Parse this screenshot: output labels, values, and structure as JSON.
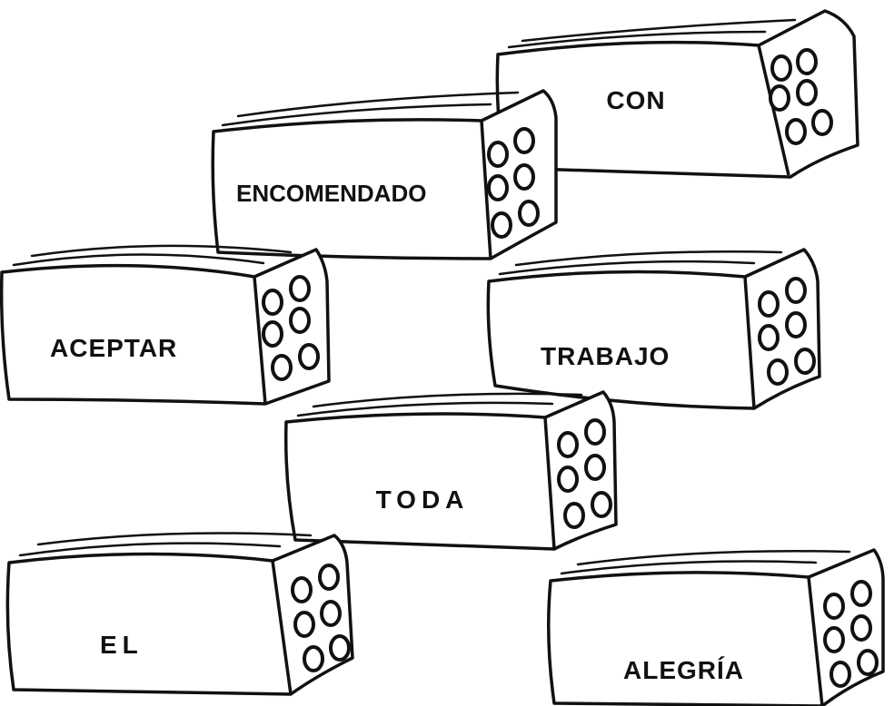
{
  "bricks": [
    {
      "id": "con",
      "word": "CON"
    },
    {
      "id": "encomendado",
      "word": "ENCOMENDADO"
    },
    {
      "id": "aceptar",
      "word": "ACEPTAR"
    },
    {
      "id": "trabajo",
      "word": "TRABAJO"
    },
    {
      "id": "toda",
      "word": "TODA"
    },
    {
      "id": "el",
      "word": "EL"
    },
    {
      "id": "alegria",
      "word": "ALEGRÍA"
    }
  ],
  "colors": {
    "ink": "#111111",
    "paper": "#ffffff"
  },
  "icons": {
    "brick": "brick-icon",
    "holes": "hole-icon"
  }
}
